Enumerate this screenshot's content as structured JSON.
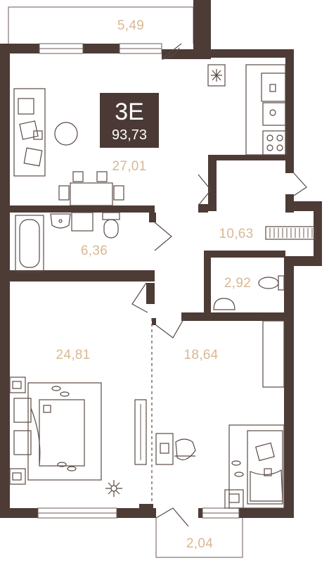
{
  "apartment": {
    "type": "3E",
    "total_area": "93,73"
  },
  "rooms": {
    "balcony_top": "5,49",
    "kitchen_living": "27,01",
    "hall": "10,63",
    "bathroom": "6,36",
    "toilet": "2,92",
    "bedroom_left": "24,81",
    "bedroom_right": "18,64",
    "balcony_bottom": "2,04"
  },
  "colors": {
    "wall": "#4d3b36",
    "area_label": "#d9b892",
    "badge": "#4a3934"
  }
}
